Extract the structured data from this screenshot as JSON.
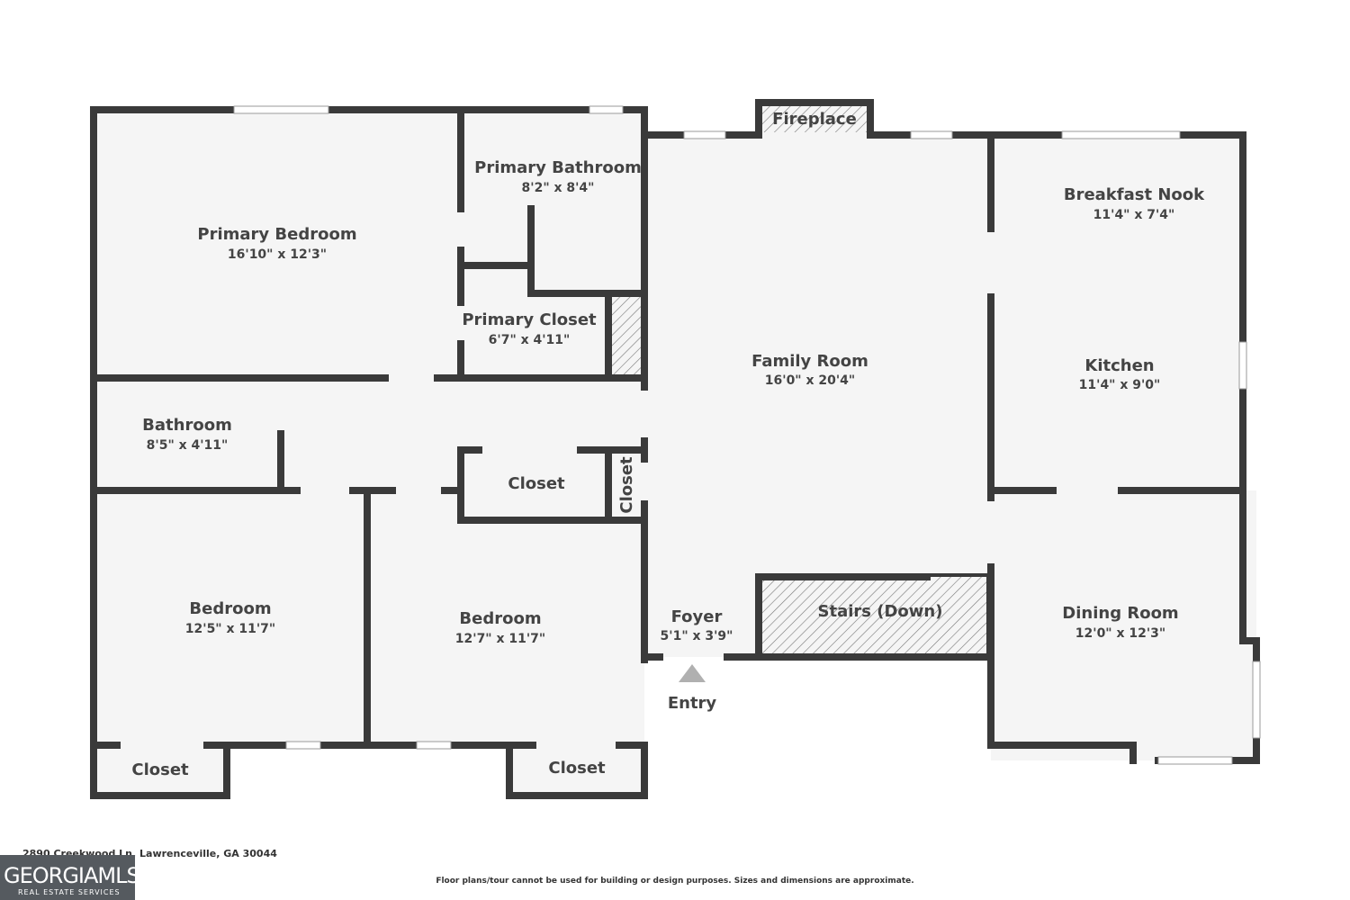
{
  "rooms": {
    "primary_bedroom": {
      "name": "Primary Bedroom",
      "dims": "16'10\" x 12'3\""
    },
    "primary_bathroom": {
      "name": "Primary Bathroom",
      "dims": "8'2\" x 8'4\""
    },
    "primary_closet": {
      "name": "Primary Closet",
      "dims": "6'7\" x 4'11\""
    },
    "family_room": {
      "name": "Family Room",
      "dims": "16'0\" x 20'4\""
    },
    "breakfast_nook": {
      "name": "Breakfast Nook",
      "dims": "11'4\" x 7'4\""
    },
    "kitchen": {
      "name": "Kitchen",
      "dims": "11'4\" x 9'0\""
    },
    "bathroom": {
      "name": "Bathroom",
      "dims": "8'5\" x 4'11\""
    },
    "bedroom_left": {
      "name": "Bedroom",
      "dims": "12'5\" x 11'7\""
    },
    "bedroom_mid": {
      "name": "Bedroom",
      "dims": "12'7\" x 11'7\""
    },
    "foyer": {
      "name": "Foyer",
      "dims": "5'1\" x 3'9\""
    },
    "dining_room": {
      "name": "Dining Room",
      "dims": "12'0\" x 12'3\""
    }
  },
  "labels": {
    "fireplace": "Fireplace",
    "stairs": "Stairs (Down)",
    "closet_hall": "Closet",
    "closet_vertical": "Closet",
    "closet_left": "Closet",
    "closet_mid": "Closet",
    "entry": "Entry"
  },
  "footer": {
    "address": "2890 Creekwood Ln, Lawrenceville, GA 30044",
    "disclaimer": "Floor plans/tour cannot be used for building or design purposes. Sizes and dimensions are approximate."
  },
  "logo": {
    "main": "GEORGIAMLS",
    "sub": "REAL ESTATE SERVICES"
  },
  "colors": {
    "wall": "#3a3a3a",
    "floor": "#f5f5f5",
    "text": "#444444",
    "logo_bg": "#555a5f"
  }
}
